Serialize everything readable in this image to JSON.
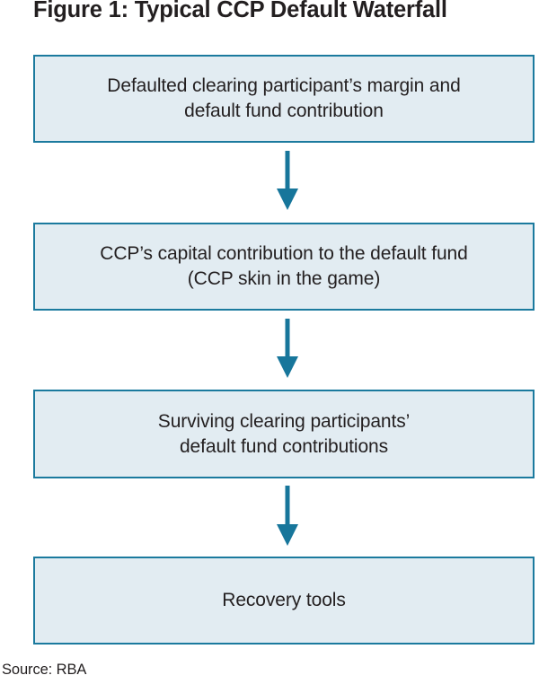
{
  "figure": {
    "title": "Figure 1: Typical CCP Default Waterfall",
    "source": "Source: RBA",
    "colors": {
      "box_fill": "#e2ecf2",
      "box_border": "#1b7a9e",
      "arrow": "#17769b",
      "text": "#231f20",
      "background": "#ffffff"
    }
  },
  "diagram": {
    "type": "flowchart-vertical",
    "steps": [
      {
        "index": 1,
        "line1": "Defaulted clearing participant’s margin and",
        "line2": "default fund contribution",
        "text": "Defaulted clearing participant’s margin and default fund contribution"
      },
      {
        "index": 2,
        "line1": "CCP’s capital contribution to the default fund",
        "line2": "(CCP skin in the game)",
        "text": "CCP’s capital contribution to the default fund (CCP skin in the game)"
      },
      {
        "index": 3,
        "line1": "Surviving clearing participants’",
        "line2": "default fund contributions",
        "text": "Surviving clearing participants’ default fund contributions"
      },
      {
        "index": 4,
        "line1": "Recovery tools",
        "line2": "",
        "text": "Recovery tools"
      }
    ],
    "connectors": [
      {
        "from": 1,
        "to": 2,
        "icon": "down-arrow-icon"
      },
      {
        "from": 2,
        "to": 3,
        "icon": "down-arrow-icon"
      },
      {
        "from": 3,
        "to": 4,
        "icon": "down-arrow-icon"
      }
    ]
  }
}
